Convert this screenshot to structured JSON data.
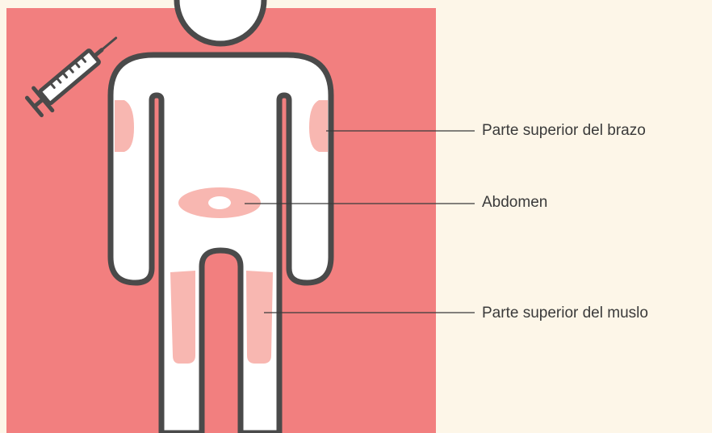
{
  "labels": {
    "upper_arm": "Parte superior del brazo",
    "abdomen": "Abdomen",
    "upper_thigh": "Parte superior del muslo"
  },
  "icons": {
    "syringe": "syringe-icon",
    "body": "human-body-outline"
  },
  "colors": {
    "background": "#fdf6e8",
    "panel": "#f27f7f",
    "body_fill": "#ffffff",
    "outline": "#4a4a4a",
    "zone": "#f8b7b1",
    "leader_line": "#3a3a3a",
    "text": "#3a3a3a"
  }
}
